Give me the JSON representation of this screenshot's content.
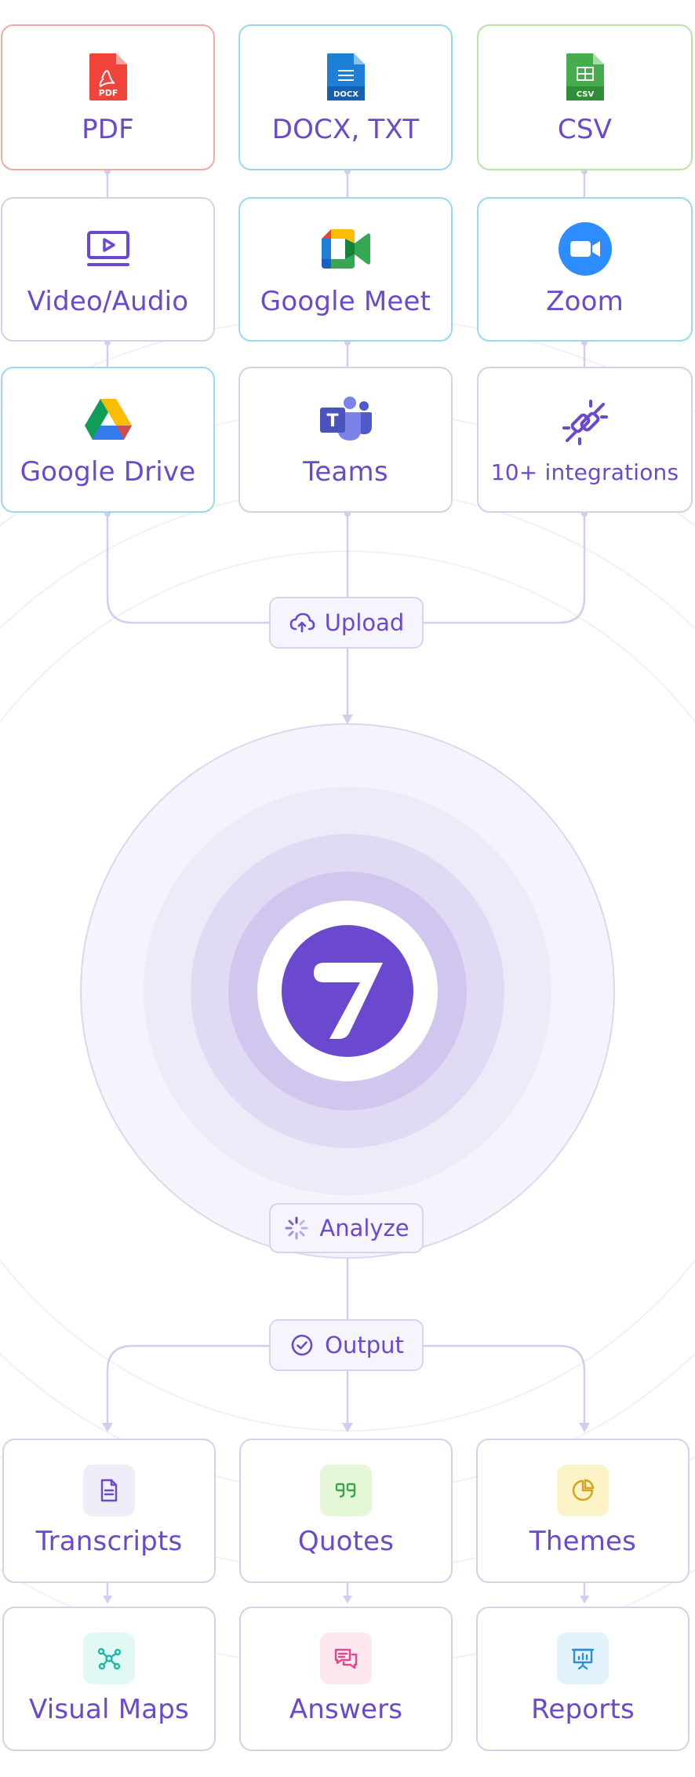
{
  "sources": [
    {
      "label": "PDF",
      "icon": "pdf-file-icon",
      "file_tag": "PDF",
      "accent": "#f0443a"
    },
    {
      "label": "DOCX, TXT",
      "icon": "docx-file-icon",
      "file_tag": "DOCX",
      "accent": "#1e7fd6"
    },
    {
      "label": "CSV",
      "icon": "csv-file-icon",
      "file_tag": "CSV",
      "accent": "#46ad4d"
    },
    {
      "label": "Video/Audio",
      "icon": "video-player-icon"
    },
    {
      "label": "Google Meet",
      "icon": "google-meet-icon"
    },
    {
      "label": "Zoom",
      "icon": "zoom-icon",
      "accent": "#2d8cff"
    },
    {
      "label": "Google Drive",
      "icon": "google-drive-icon"
    },
    {
      "label": "Teams",
      "icon": "microsoft-teams-icon"
    },
    {
      "label": "10+ integrations",
      "icon": "plug-icon"
    }
  ],
  "steps": {
    "upload": {
      "label": "Upload",
      "icon": "cloud-upload-icon"
    },
    "analyze": {
      "label": "Analyze",
      "icon": "spinner-icon"
    },
    "output": {
      "label": "Output",
      "icon": "check-circle-icon"
    }
  },
  "outputs": [
    {
      "label": "Transcripts",
      "icon": "document-icon",
      "bg": "#efedf8",
      "fg": "#6a49cf"
    },
    {
      "label": "Quotes",
      "icon": "quote-icon",
      "bg": "#e4f8d8",
      "fg": "#3fa34d"
    },
    {
      "label": "Themes",
      "icon": "themes-icon",
      "bg": "#fdf3c8",
      "fg": "#d7a21a"
    },
    {
      "label": "Visual Maps",
      "icon": "network-map-icon",
      "bg": "#e2f8f5",
      "fg": "#1fb7a6"
    },
    {
      "label": "Answers",
      "icon": "chat-bubbles-icon",
      "bg": "#fde8f0",
      "fg": "#e2488c"
    },
    {
      "label": "Reports",
      "icon": "presentation-icon",
      "bg": "#e3f3fd",
      "fg": "#2a8fd8"
    }
  ],
  "colors": {
    "brand": "#6a49cf",
    "line": "#d3ccef",
    "ring_outer": "#f3f1fb",
    "ring_mid": "#ebe7f8",
    "ring_inner": "#ddd6f3",
    "ring_core": "#cfc5ec"
  }
}
